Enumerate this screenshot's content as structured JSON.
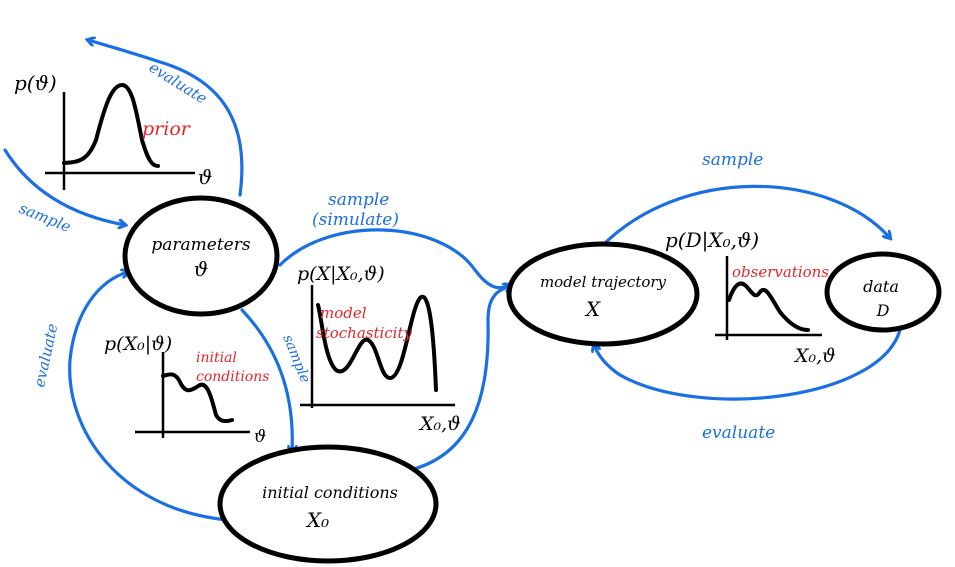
{
  "nodes": {
    "parameters": {
      "label": "parameters",
      "symbol": "ϑ"
    },
    "initial_conditions": {
      "label": "initial conditions",
      "symbol": "X₀"
    },
    "model_trajectory": {
      "label": "model trajectory",
      "symbol": "X"
    },
    "data": {
      "label": "data",
      "symbol": "D"
    }
  },
  "plots": {
    "prior": {
      "ylabel": "p(ϑ)",
      "xlabel": "ϑ",
      "title": "prior"
    },
    "initial": {
      "ylabel": "p(X₀|ϑ)",
      "xlabel": "ϑ",
      "title_line1": "initial",
      "title_line2": "conditions"
    },
    "stochastic": {
      "ylabel": "p(X|X₀,ϑ)",
      "xlabel": "X₀,ϑ",
      "title_line1": "model",
      "title_line2": "stochasticity"
    },
    "observations": {
      "ylabel": "p(D|X₀,ϑ)",
      "xlabel": "X₀,ϑ",
      "title": "observations"
    }
  },
  "edges": {
    "evaluate_prior": "evaluate",
    "sample_prior": "sample",
    "sample_simulate_line1": "sample",
    "sample_simulate_line2": "(simulate)",
    "sample_initial": "sample",
    "evaluate_initial": "evaluate",
    "sample_data": "sample",
    "evaluate_data": "evaluate"
  },
  "colors": {
    "arrow": "#1a6fe3",
    "annotation": "#e8262a",
    "ink": "#000000"
  }
}
